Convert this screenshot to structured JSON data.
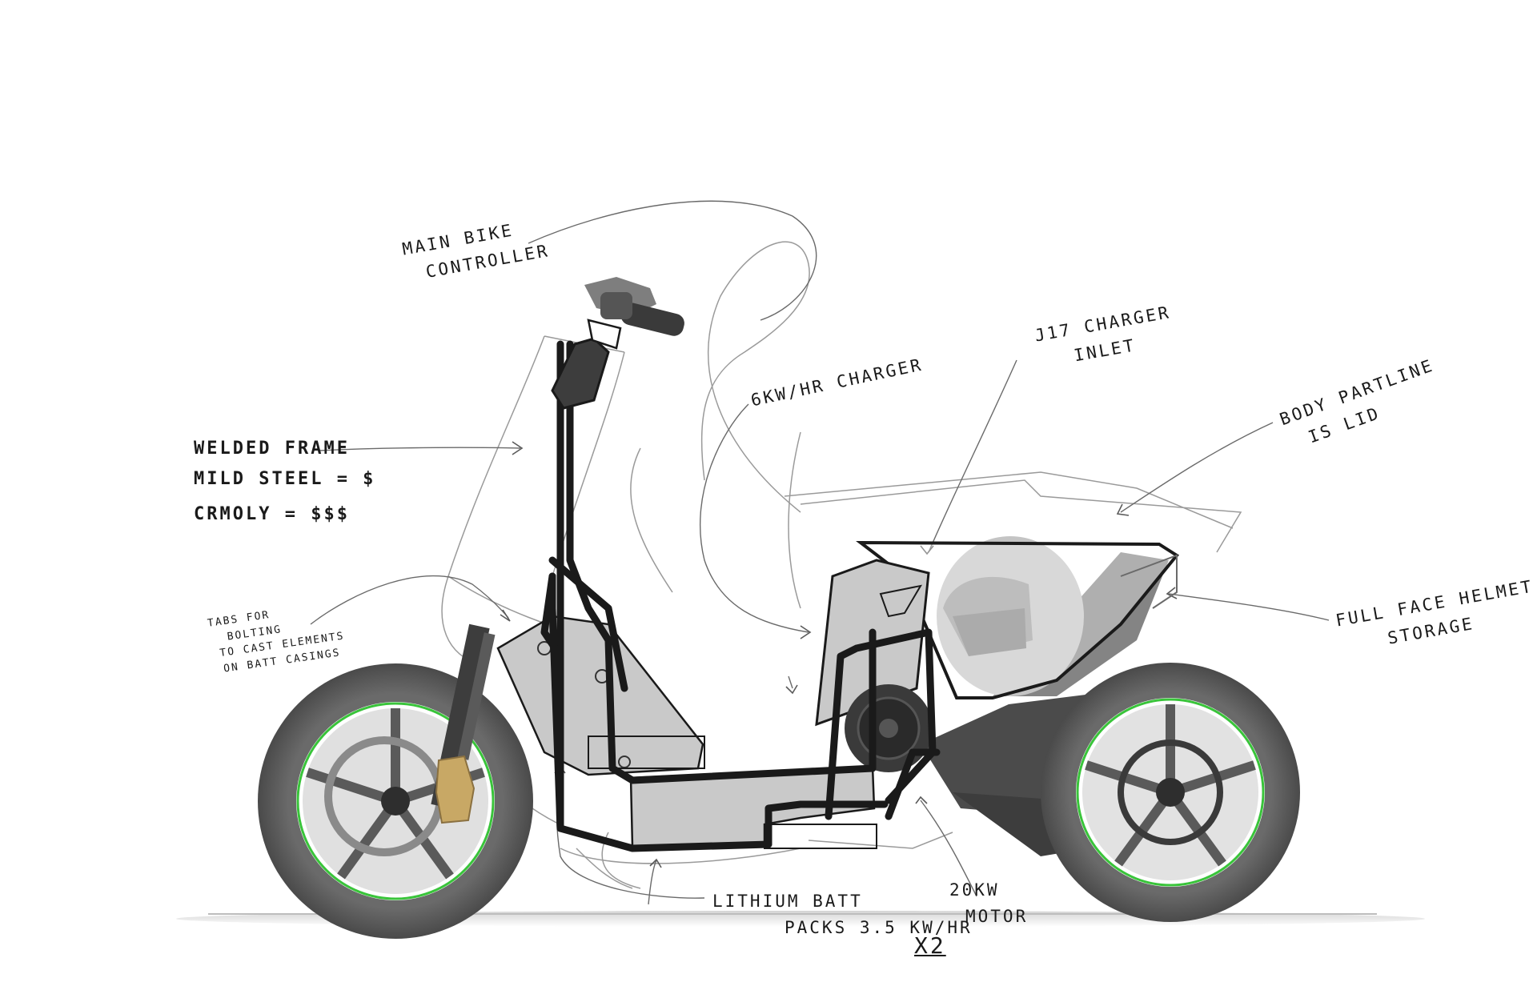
{
  "annotations": {
    "main_bike_controller": [
      "MAIN BIKE",
      "CONTROLLER"
    ],
    "welded_frame": [
      "WELDED FRAME",
      "MILD STEEL = $",
      "CRMoly = $$$"
    ],
    "tabs_for_bolting": [
      "TABS FOR",
      "BOLTING",
      "TO CAST ELEMENTS",
      "ON BATT CASINGS"
    ],
    "charger_6kw": [
      "6KW/HR CHARGER"
    ],
    "j17_charger_inlet": [
      "J17 CHARGER",
      "INLET"
    ],
    "body_partline": [
      "BODY PARTLINE",
      "IS LID"
    ],
    "helmet_storage": [
      "FULL FACE HELMET",
      "STORAGE"
    ],
    "lithium_batt": [
      "LITHIUM BATT",
      "PACKS 3.5 kW/HR"
    ],
    "lithium_batt_multiplier": "x2",
    "motor_20kw": [
      "20KW",
      "MOTOR"
    ]
  },
  "colors": {
    "frame": "#1a1a1a",
    "battery_fill": "#c9c9c9",
    "tire": "#5c5c5c",
    "rim_accent": "#39c43a",
    "caliper": "#c8a865",
    "sketch_line": "#9a9a9a",
    "ink": "#1a1a1a"
  },
  "icons": [
    "front-wheel-icon",
    "rear-wheel-icon",
    "helmet-icon",
    "motor-icon",
    "handlebar-icon",
    "brake-caliper-icon"
  ]
}
